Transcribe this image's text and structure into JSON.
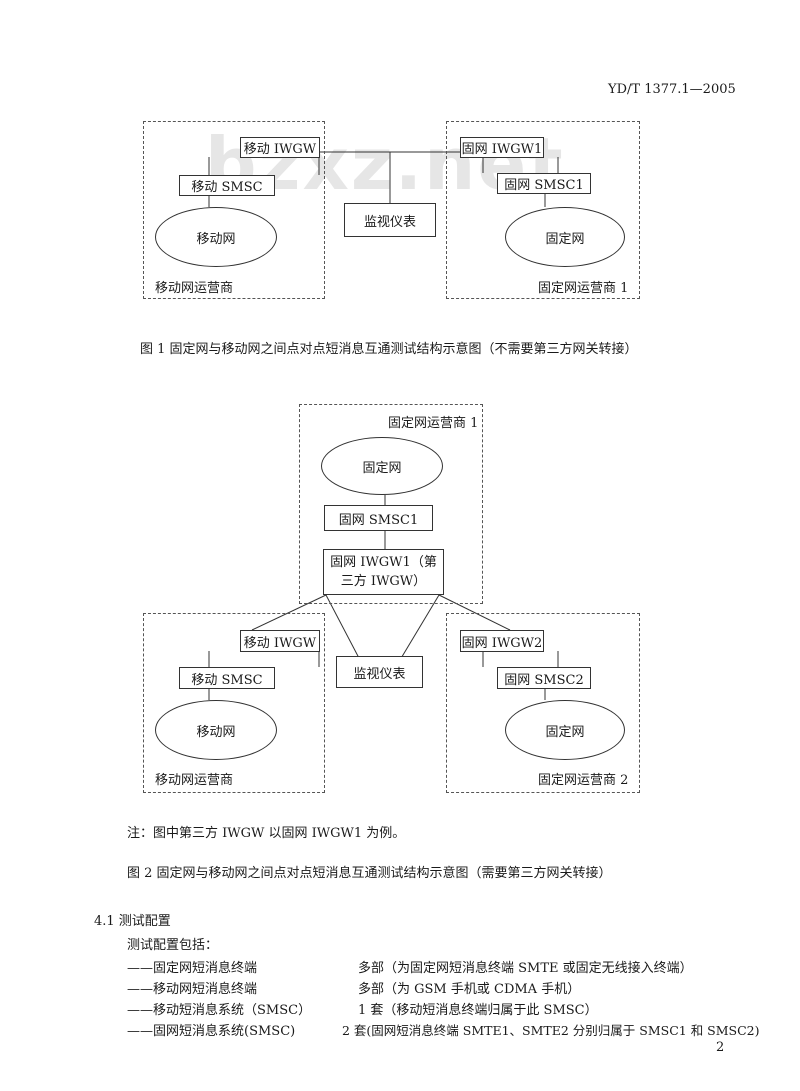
{
  "header": {
    "doc_id": "YD/T 1377.1—2005"
  },
  "watermark": "bzxz.net",
  "figure1": {
    "mobile_iwgw": "移动 IWGW",
    "mobile_smsc": "移动 SMSC",
    "mobile_net": "移动网",
    "mobile_operator": "移动网运营商",
    "monitor": "监视仪表",
    "fixed_iwgw": "固网 IWGW1",
    "fixed_smsc": "固网 SMSC1",
    "fixed_net": "固定网",
    "fixed_operator": "固定网运营商 1",
    "caption": "图 1  固定网与移动网之间点对点短消息互通测试结构示意图（不需要第三方网关转接）"
  },
  "figure2": {
    "top_operator": "固定网运营商 1",
    "top_net": "固定网",
    "top_smsc": "固网 SMSC1",
    "top_iwgw_line1": "固网 IWGW1（第",
    "top_iwgw_line2": "三方 IWGW）",
    "mobile_iwgw": "移动 IWGW",
    "mobile_smsc": "移动 SMSC",
    "mobile_net": "移动网",
    "mobile_operator": "移动网运营商",
    "monitor": "监视仪表",
    "fixed_iwgw": "固网 IWGW2",
    "fixed_smsc": "固网 SMSC2",
    "fixed_net": "固定网",
    "fixed_operator": "固定网运营商 2",
    "note": "注：图中第三方 IWGW 以固网 IWGW1 为例。",
    "caption": "图 2  固定网与移动网之间点对点短消息互通测试结构示意图（需要第三方网关转接）"
  },
  "section": {
    "heading": "4.1 测试配置",
    "intro": "测试配置包括：",
    "items": [
      {
        "name": "——固定网短消息终端",
        "desc": "多部（为固定网短消息终端 SMTE 或固定无线接入终端）"
      },
      {
        "name": "——移动网短消息终端",
        "desc": "多部（为 GSM 手机或 CDMA 手机）"
      },
      {
        "name": "——移动短消息系统（SMSC）",
        "desc": "1 套（移动短消息终端归属于此 SMSC）"
      },
      {
        "name": "——固网短消息系统(SMSC)",
        "desc": "2 套(固网短消息终端 SMTE1、SMTE2 分别归属于 SMSC1 和 SMSC2)"
      }
    ]
  },
  "footer": {
    "page_number": "2"
  }
}
